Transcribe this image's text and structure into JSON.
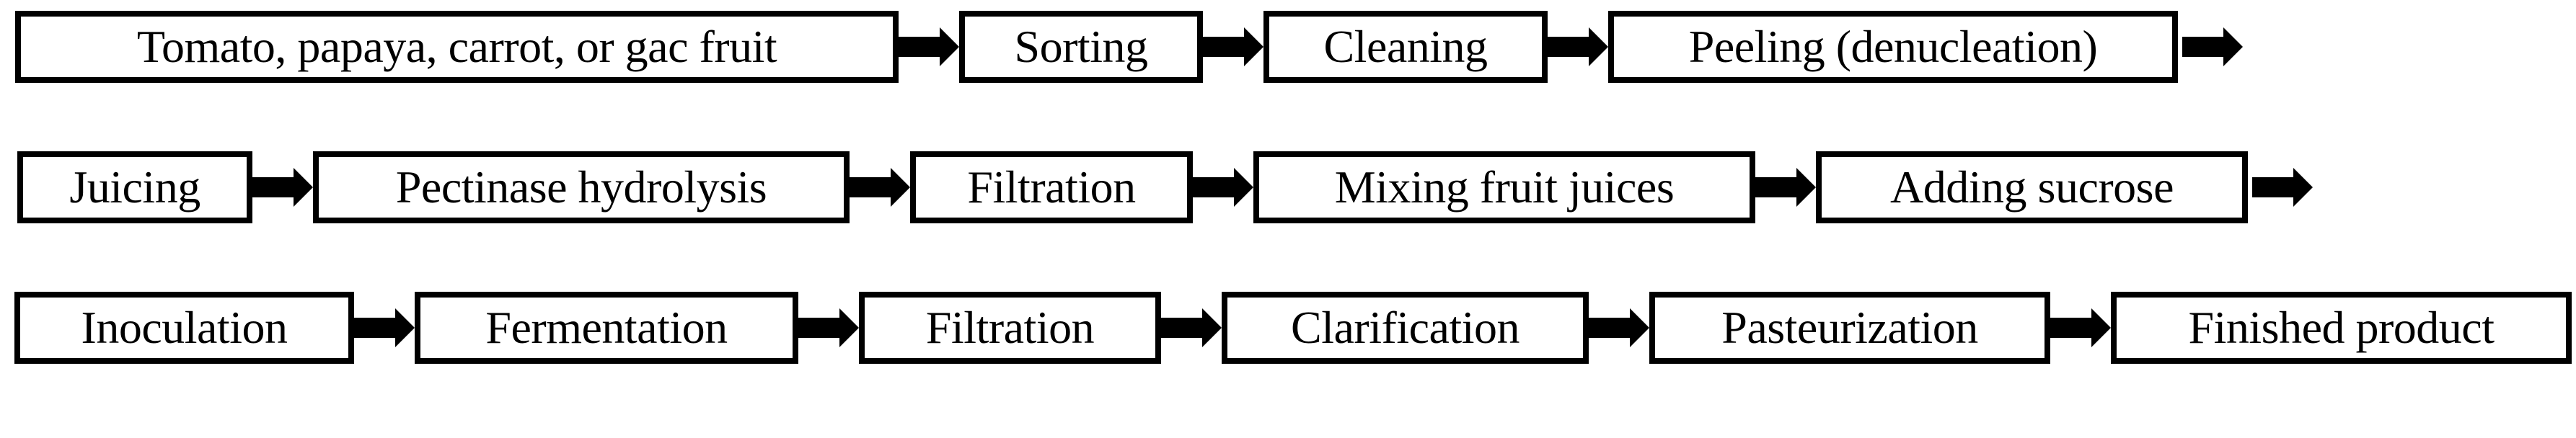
{
  "flow": {
    "rows": [
      {
        "steps": [
          "Tomato, papaya, carrot, or gac fruit",
          "Sorting",
          "Cleaning",
          "Peeling (denucleation)"
        ],
        "continues": true
      },
      {
        "steps": [
          "Juicing",
          "Pectinase hydrolysis",
          "Filtration",
          "Mixing fruit juices",
          "Adding sucrose"
        ],
        "continues": true
      },
      {
        "steps": [
          "Inoculation",
          "Fermentation",
          "Filtration",
          "Clarification",
          "Pasteurization",
          "Finished product"
        ],
        "continues": false
      }
    ]
  },
  "colors": {
    "background": "#ffffff",
    "box_fill": "#ffffff",
    "line": "#000000",
    "text": "#000000"
  }
}
